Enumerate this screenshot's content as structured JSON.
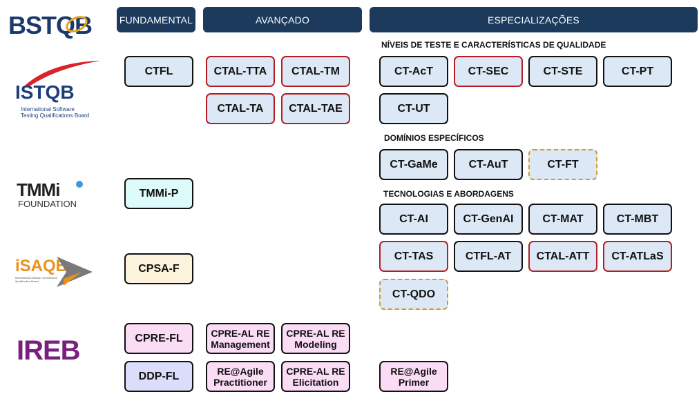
{
  "logos": {
    "bstqb": "BSTQB",
    "istqb_main": "ISTQB",
    "istqb_sub1": "International Software",
    "istqb_sub2": "Testing Qualifications Board",
    "tmmi_main": "TMMi",
    "tmmi_sub": "FOUNDATION",
    "isaqb": "iSAQB",
    "isaqb_sub1": "International Software Architecture",
    "isaqb_sub2": "Qualification Board",
    "ireb": "IREB"
  },
  "headers": {
    "fundamental": "FUNDAMENTAL",
    "avancado": "AVANÇADO",
    "especializacoes": "ESPECIALIZAÇÕES"
  },
  "sections": {
    "niveis": "NÍVEIS DE TESTE E CARACTERÍSTICAS DE QUALIDADE",
    "dominios": "DOMÍNIOS ESPECÍFICOS",
    "tecnologias": "TECNOLOGIAS E ABORDAGENS"
  },
  "certs": {
    "ctfl": "CTFL",
    "ctal_tta": "CTAL-TTA",
    "ctal_tm": "CTAL-TM",
    "ctal_ta": "CTAL-TA",
    "ctal_tae": "CTAL-TAE",
    "ct_act": "CT-AcT",
    "ct_sec": "CT-SEC",
    "ct_ste": "CT-STE",
    "ct_pt": "CT-PT",
    "ct_ut": "CT-UT",
    "ct_game": "CT-GaMe",
    "ct_aut": "CT-AuT",
    "ct_ft": "CT-FT",
    "ct_ai": "CT-AI",
    "ct_genai": "CT-GenAI",
    "ct_mat": "CT-MAT",
    "ct_mbt": "CT-MBT",
    "ct_tas": "CT-TAS",
    "ctfl_at": "CTFL-AT",
    "ctal_att": "CTAL-ATT",
    "ct_atlas": "CT-ATLaS",
    "ct_qdo": "CT-QDO",
    "tmmi_p": "TMMi-P",
    "cpsa_f": "CPSA-F",
    "cpre_fl": "CPRE-FL",
    "ddp_fl": "DDP-FL",
    "cpre_al_mgmt_1": "CPRE-AL RE",
    "cpre_al_mgmt_2": "Management",
    "cpre_al_mod_1": "CPRE-AL RE",
    "cpre_al_mod_2": "Modeling",
    "re_agile_prac_1": "RE@Agile",
    "re_agile_prac_2": "Practitioner",
    "cpre_al_eli_1": "CPRE-AL RE",
    "cpre_al_eli_2": "Elicitation",
    "re_agile_prim_1": "RE@Agile",
    "re_agile_prim_2": "Primer"
  },
  "colors": {
    "header_bg": "#1b3a5c",
    "box_blue": "#dce8f5",
    "box_cyan": "#ddfbfb",
    "box_cream": "#fdf3dc",
    "box_pink": "#fbdcf5",
    "box_lavender": "#dcdcfb",
    "border_red": "#b31d23",
    "border_dashed": "#d29a2a"
  }
}
